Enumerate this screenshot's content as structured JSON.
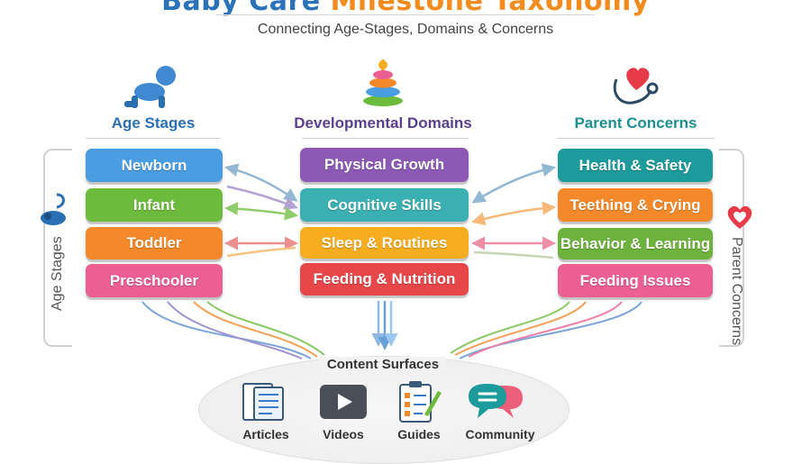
{
  "title": {
    "part1": "Baby Care",
    "part2": "Milestone Taxonomy"
  },
  "subtitle": "Connecting Age-Stages, Domains & Concerns",
  "columns": {
    "age": {
      "heading": "Age Stages",
      "side_label": "Age Stages",
      "items": [
        "Newborn",
        "Infant",
        "Toddler",
        "Preschooler"
      ]
    },
    "domains": {
      "heading": "Developmental Domains",
      "items": [
        "Physical Growth",
        "Cognitive Skills",
        "Sleep & Routines",
        "Feeding & Nutrition"
      ]
    },
    "concerns": {
      "heading": "Parent Concerns",
      "side_label": "Parent Concerns",
      "items": [
        "Health & Safety",
        "Teething & Crying",
        "Behavior & Learning",
        "Feeding Issues"
      ]
    }
  },
  "surfaces": {
    "heading": "Content Surfaces",
    "items": [
      {
        "label": "Articles",
        "icon": "article-icon"
      },
      {
        "label": "Videos",
        "icon": "video-icon"
      },
      {
        "label": "Guides",
        "icon": "checklist-icon"
      },
      {
        "label": "Community",
        "icon": "chat-icon"
      }
    ]
  },
  "colors": {
    "age": [
      "#4a9de0",
      "#6cbb3c",
      "#f3892a",
      "#ec5f92"
    ],
    "domains": [
      "#8c59b4",
      "#3bb0b3",
      "#f6ad1f",
      "#e8474a"
    ],
    "concerns": [
      "#1d9a9c",
      "#f3892a",
      "#6cb23c",
      "#ec5f92"
    ],
    "heading_age": "#2a6fb3",
    "heading_domains": "#5b3f8f",
    "heading_concerns": "#1b8f93"
  }
}
